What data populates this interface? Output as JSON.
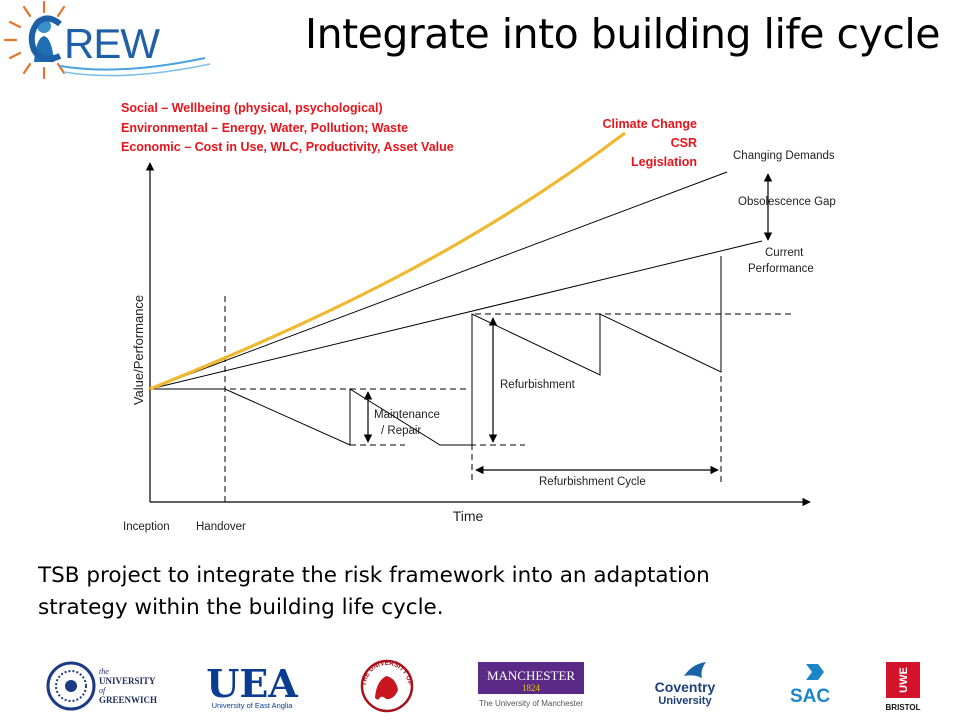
{
  "header": {
    "brand_icon": "creww-logo",
    "title": "Integrate into building life cycle"
  },
  "diagram": {
    "drivers": [
      "Social – Wellbeing (physical, psychological)",
      "Environmental – Energy, Water, Pollution; Waste",
      "Economic – Cost in Use, WLC, Productivity, Asset Value"
    ],
    "pressures": [
      "Climate Change",
      "CSR",
      "Legislation"
    ],
    "labels": {
      "changing_demands": "Changing Demands",
      "obsolescence_gap": "Obsolescence Gap",
      "current_performance_1": "Current",
      "current_performance_2": "Performance",
      "refurbishment": "Refurbishment",
      "maintenance_1": "Maintenance",
      "maintenance_2": "/ Repair",
      "refurbishment_cycle": "Refurbishment Cycle"
    },
    "axes": {
      "y_label": "Value/Performance",
      "x_label": "Time",
      "x_start": "Inception",
      "x_handover": "Handover"
    },
    "colors": {
      "curve": "#f0b82e",
      "drivers_text": "#e8141b"
    }
  },
  "caption": {
    "line1": "TSB project to integrate the risk framework into an adaptation",
    "line2": "strategy within the building life cycle."
  },
  "partners": {
    "greenwich_1": "the",
    "greenwich_2": "UNIVERSITY",
    "greenwich_3": "of",
    "greenwich_4": "GREENWICH",
    "uea_mark": "UEA",
    "uea_sub": "University of East Anglia",
    "salford_ring": "THE UNIVERSITY OF SALFORD",
    "manchester_name": "MANCHESTER",
    "manchester_year": "1824",
    "manchester_sub": "The University of Manchester",
    "coventry_1": "Coventry",
    "coventry_2": "University",
    "sac": "SAC",
    "uwe_mark": "UWE",
    "uwe_sub": "BRISTOL"
  }
}
